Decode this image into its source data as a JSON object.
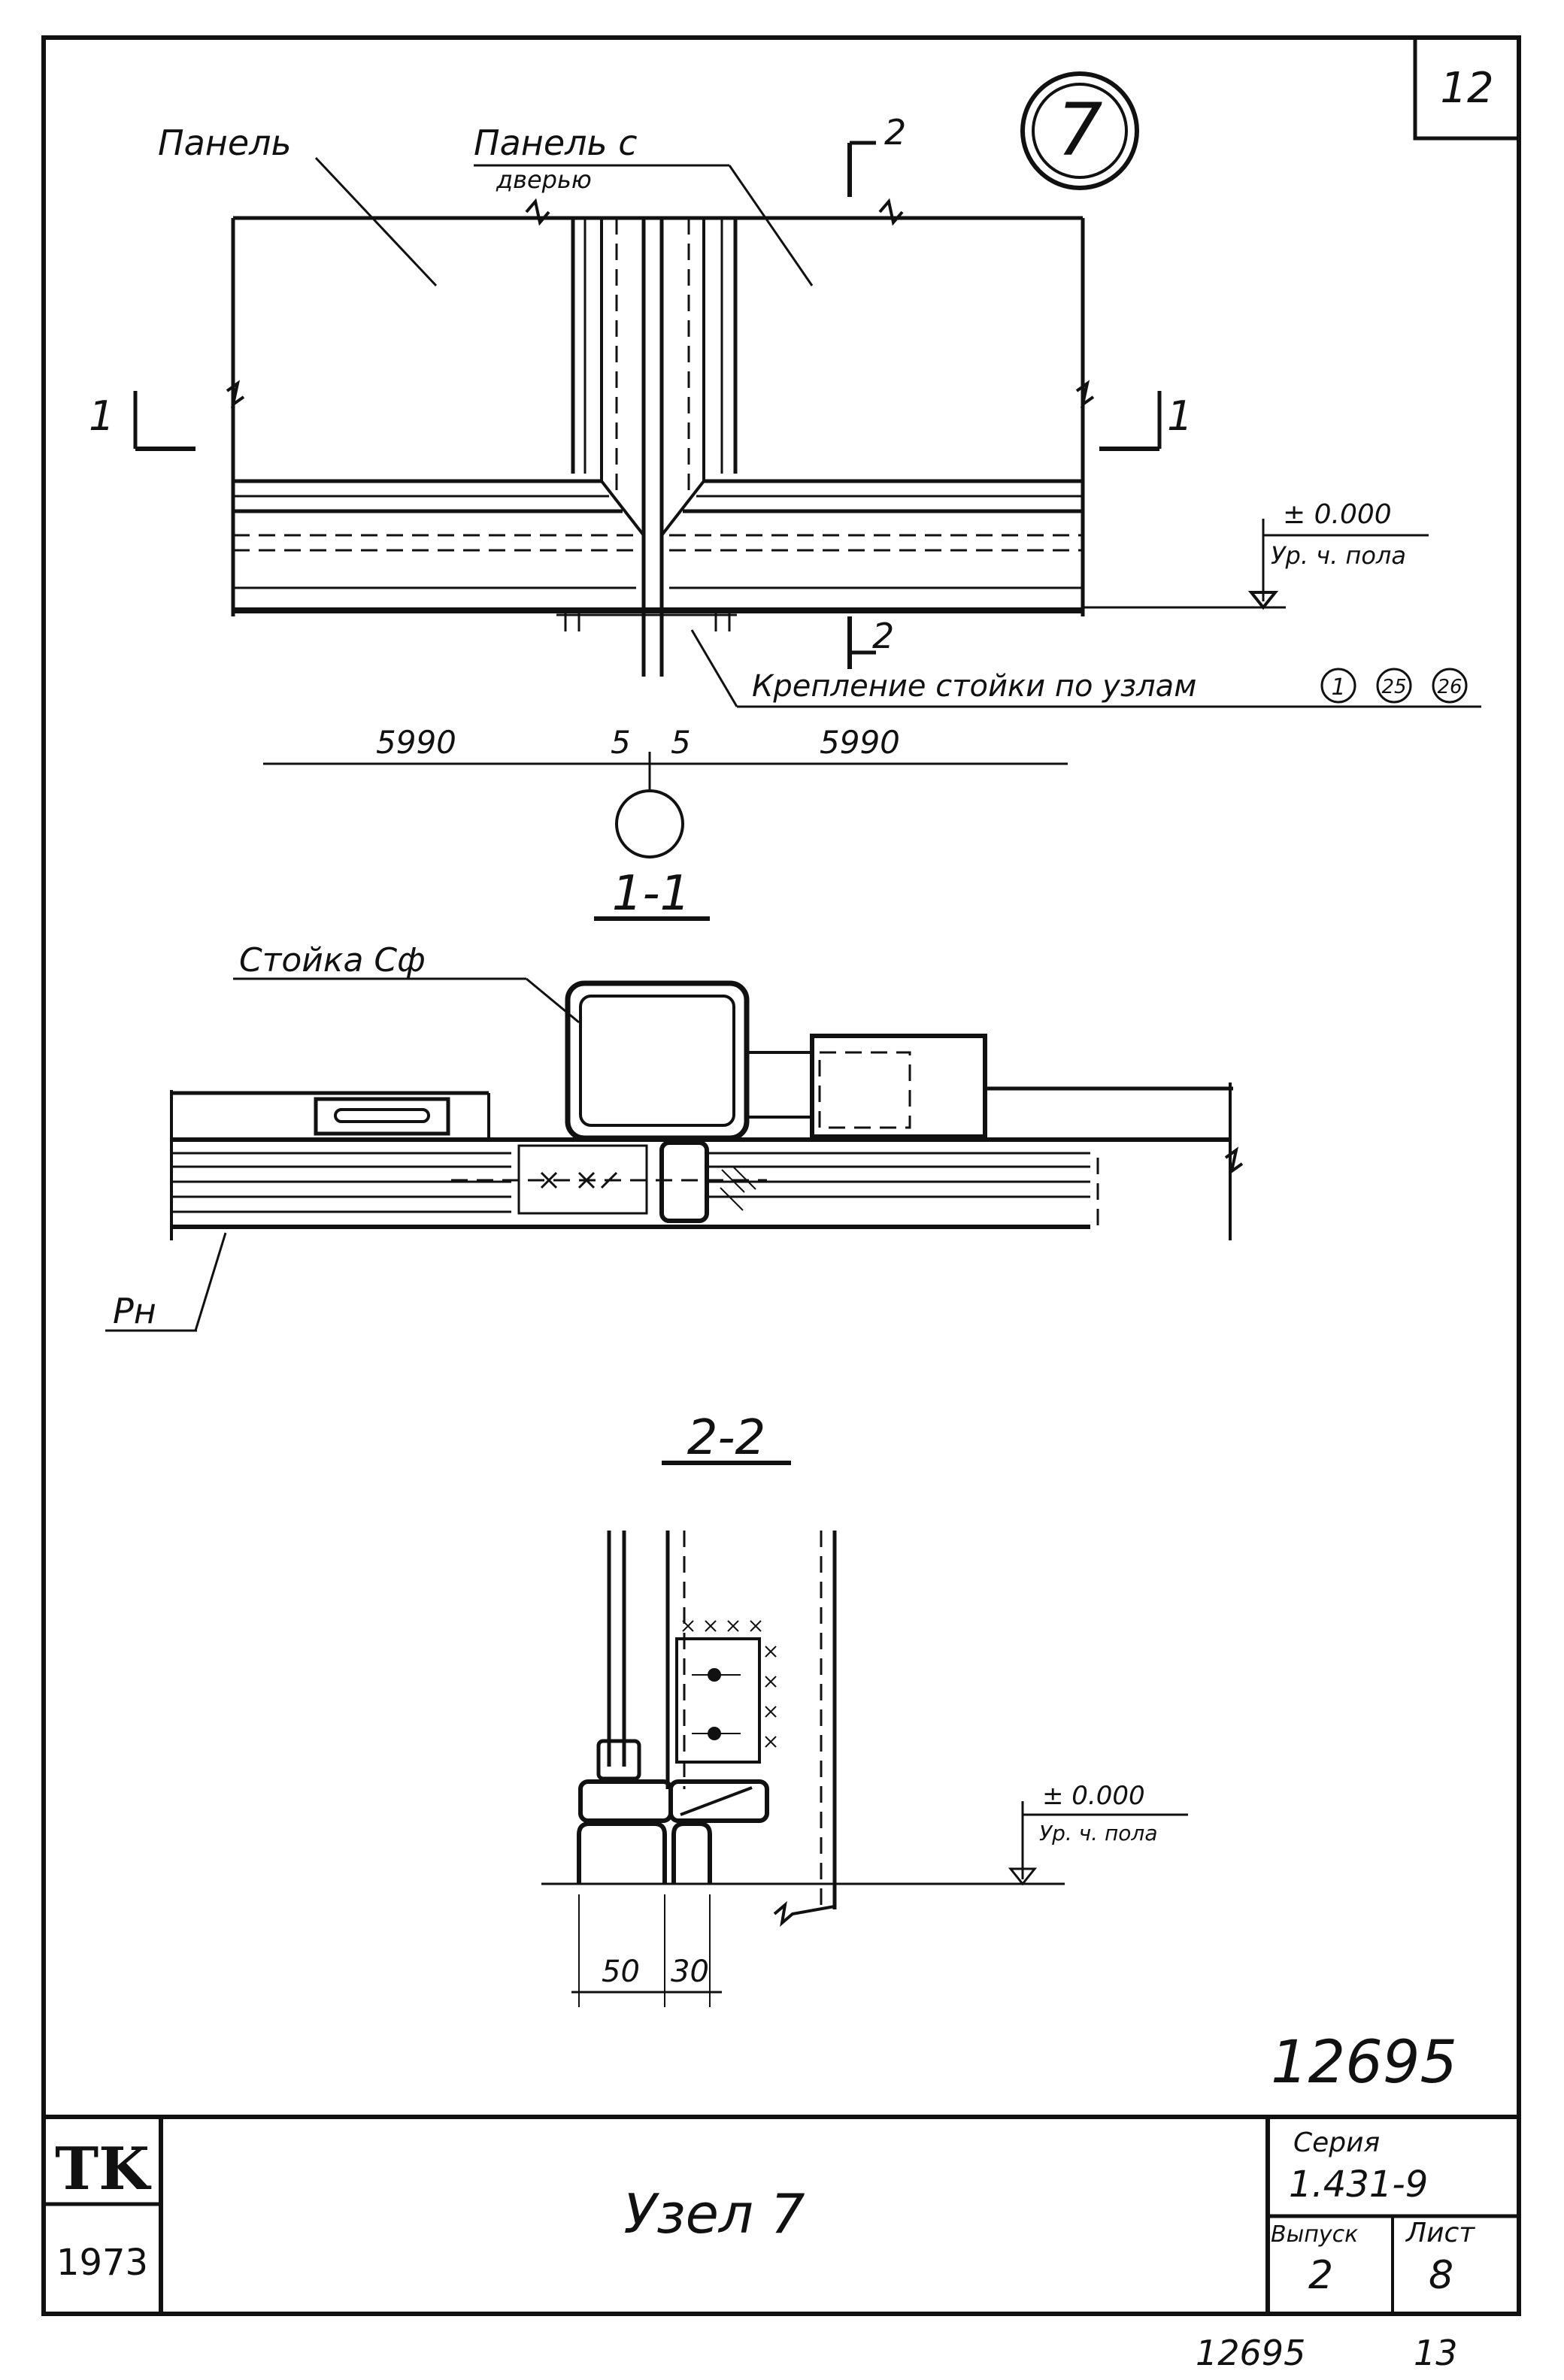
{
  "sheet": {
    "page_number": "12",
    "node_number": "7",
    "bottom_stamp": "12695",
    "bottom_page": "13",
    "archive_number": "12695"
  },
  "view_main": {
    "label_panel": "Панель",
    "label_panel_door_1": "Панель с",
    "label_panel_door_2": "дверью",
    "section_mark_1": "1",
    "section_mark_2": "2",
    "level_value": "± 0.000",
    "level_caption": "Ур. ч. пола",
    "attachment_note": "Крепление стойки по узлам",
    "ref_nodes": [
      "1",
      "25",
      "26"
    ],
    "dim_left": "5990",
    "dim_gap_left": "5",
    "dim_gap_right": "5",
    "dim_right": "5990"
  },
  "section_1": {
    "title": "1-1",
    "label_post": "Стойка Сф",
    "label_rn": "Рн"
  },
  "section_2": {
    "title": "2-2",
    "level_value": "± 0.000",
    "level_caption": "Ур. ч. пола",
    "dim_a": "50",
    "dim_b": "30"
  },
  "title_block": {
    "org": "TK",
    "year": "1973",
    "title": "Узел 7",
    "series_label": "Серия",
    "series_value": "1.431-9",
    "issue_label": "Выпуск",
    "issue_value": "2",
    "sheet_label": "Лист",
    "sheet_value": "8"
  }
}
